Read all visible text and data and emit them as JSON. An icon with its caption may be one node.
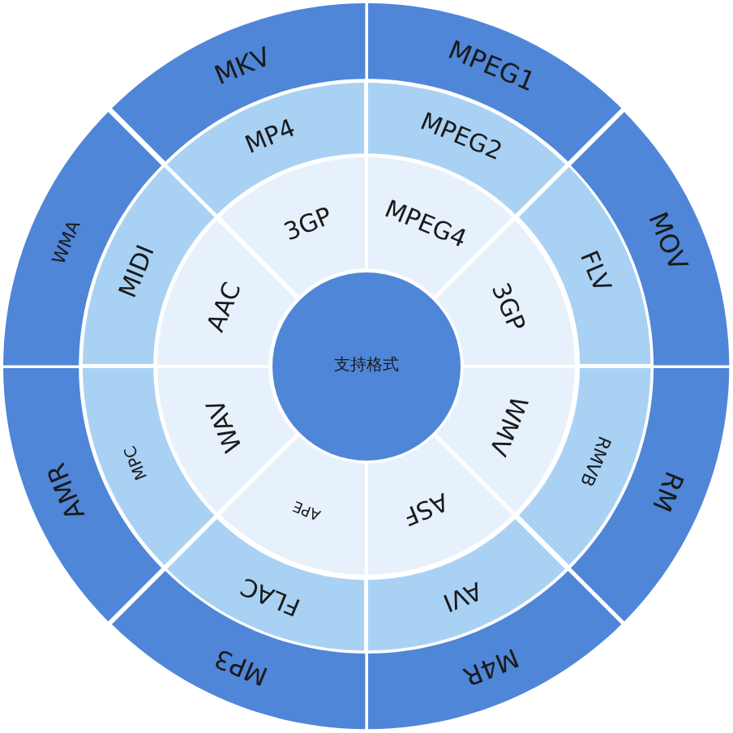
{
  "diagram": {
    "nodes": [
      {
        "text": [
          "支持格式"
        ]
      },
      {
        "text": [
          "3GP"
        ]
      },
      {
        "text": [
          "MPEG4"
        ]
      },
      {
        "text": [
          "3GP"
        ]
      },
      {
        "text": [
          "WMV"
        ]
      },
      {
        "text": [
          "ASF"
        ]
      },
      {
        "text": [
          "APE"
        ]
      },
      {
        "text": [
          "WAV"
        ]
      },
      {
        "text": [
          "AAC"
        ]
      },
      {
        "text": [
          "MP4"
        ]
      },
      {
        "text": [
          "MPEG2"
        ]
      },
      {
        "text": [
          "FLV"
        ]
      },
      {
        "text": [
          "RMVB"
        ]
      },
      {
        "text": [
          "AVI"
        ]
      },
      {
        "text": [
          "FLAC"
        ]
      },
      {
        "text": [
          "MPC"
        ]
      },
      {
        "text": [
          "MIDI"
        ]
      },
      {
        "text": [
          "MKV"
        ]
      },
      {
        "text": [
          "MPEG1"
        ]
      },
      {
        "text": [
          "MOV"
        ]
      },
      {
        "text": [
          "RM"
        ]
      },
      {
        "text": [
          "M4R"
        ]
      },
      {
        "text": [
          "MP3"
        ]
      },
      {
        "text": [
          "AMR"
        ]
      },
      {
        "text": [
          "WMA"
        ]
      }
    ]
  }
}
